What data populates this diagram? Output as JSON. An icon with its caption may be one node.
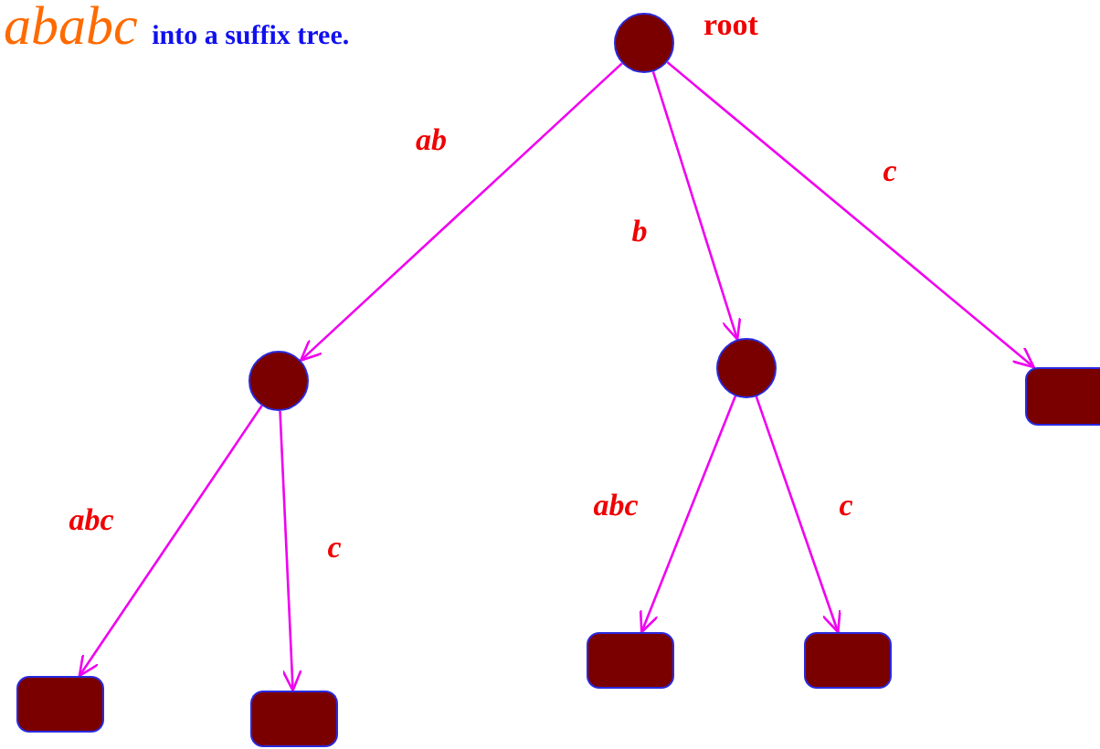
{
  "diagram": {
    "title": "*ababc* into a suffix tree.",
    "nodes": [
      {
        "text": [],
        "shape": "circle",
        "beside": [
          "root"
        ]
      },
      {
        "text": [],
        "shape": "circle"
      },
      {
        "text": [],
        "shape": "circle"
      },
      {
        "text": [],
        "shape": "box"
      },
      {
        "text": [],
        "shape": "box"
      },
      {
        "text": [],
        "shape": "box"
      },
      {
        "text": [],
        "shape": "box"
      },
      {
        "text": [],
        "shape": "box"
      }
    ],
    "edges": [
      {
        "from": 0,
        "to": 1,
        "arrow": "to",
        "label": "ab"
      },
      {
        "from": 0,
        "to": 2,
        "arrow": "to",
        "label": "b"
      },
      {
        "from": 0,
        "to": 3,
        "arrow": "to",
        "label": "c"
      },
      {
        "from": 1,
        "to": 4,
        "arrow": "to",
        "label": "abc"
      },
      {
        "from": 1,
        "to": 5,
        "arrow": "to",
        "label": "c"
      },
      {
        "from": 2,
        "to": 6,
        "arrow": "to",
        "label": "abc"
      },
      {
        "from": 2,
        "to": 7,
        "arrow": "to",
        "label": "c"
      }
    ]
  }
}
